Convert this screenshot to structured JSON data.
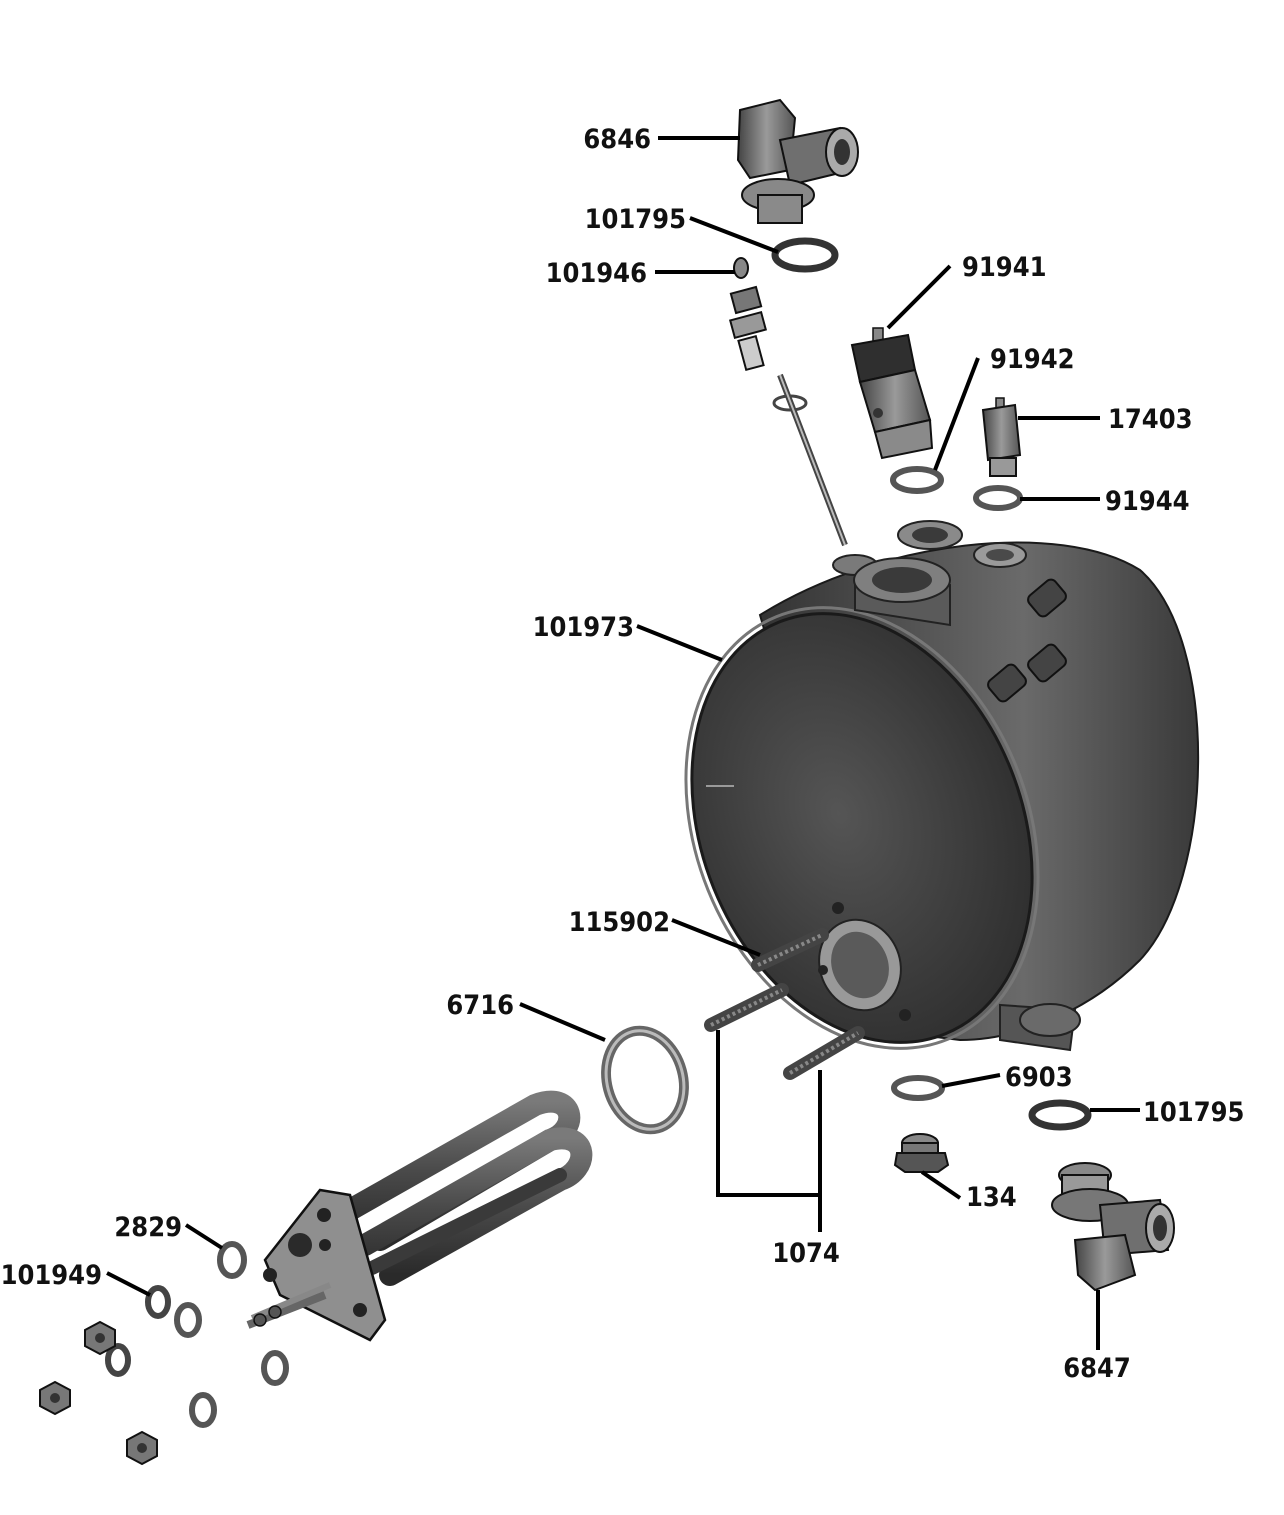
{
  "colors": {
    "part_dark": "#3d3d3d",
    "part_mid": "#6b6b6b",
    "part_light": "#a9a9a9",
    "line": "#000000",
    "background": "#ffffff"
  },
  "parts": [
    {
      "id": "6846",
      "label": "6846",
      "icon": "elbow-fitting-icon"
    },
    {
      "id": "101795_top",
      "label": "101795",
      "icon": "o-ring-icon"
    },
    {
      "id": "101946",
      "label": "101946",
      "icon": "level-probe-icon"
    },
    {
      "id": "91941",
      "label": "91941",
      "icon": "safety-valve-icon"
    },
    {
      "id": "91942",
      "label": "91942",
      "icon": "washer-icon"
    },
    {
      "id": "17403",
      "label": "17403",
      "icon": "fitting-icon"
    },
    {
      "id": "91944",
      "label": "91944",
      "icon": "washer-icon"
    },
    {
      "id": "101973",
      "label": "101973",
      "icon": "boiler-tank-icon"
    },
    {
      "id": "115902",
      "label": "115902",
      "icon": "stud-icon"
    },
    {
      "id": "6716",
      "label": "6716",
      "icon": "gasket-icon"
    },
    {
      "id": "1074",
      "label": "1074",
      "icon": "stud-icon"
    },
    {
      "id": "6903",
      "label": "6903",
      "icon": "washer-icon"
    },
    {
      "id": "101795_bottom",
      "label": "101795",
      "icon": "o-ring-icon"
    },
    {
      "id": "134",
      "label": "134",
      "icon": "plug-icon"
    },
    {
      "id": "6847",
      "label": "6847",
      "icon": "elbow-fitting-icon"
    },
    {
      "id": "2829",
      "label": "2829",
      "icon": "washer-icon"
    },
    {
      "id": "101949",
      "label": "101949",
      "icon": "lock-washer-icon"
    }
  ]
}
